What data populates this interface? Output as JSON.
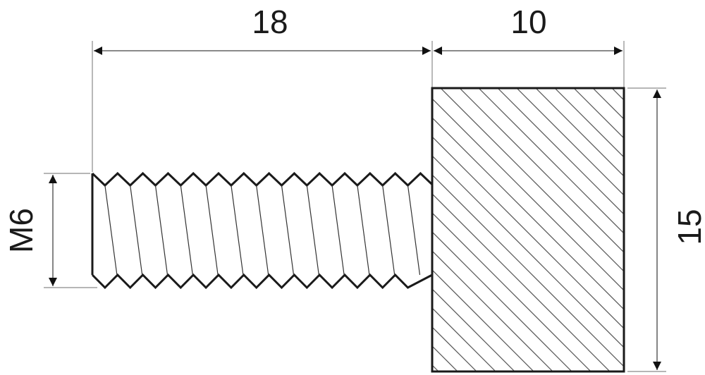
{
  "drawing": {
    "dimensions": {
      "thread_length": "18",
      "head_length": "10",
      "head_height": "15",
      "thread_size": "M6"
    },
    "line_color": "#1a1a1a",
    "hatch_color": "#555555"
  }
}
